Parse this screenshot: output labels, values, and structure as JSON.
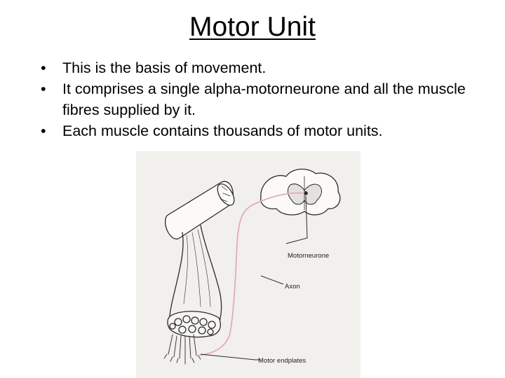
{
  "slide": {
    "title": "Motor Unit",
    "bullets": [
      {
        "marker": "•",
        "text": "This is the basis of movement."
      },
      {
        "marker": "•",
        "text": "It comprises a single alpha-motorneurone and all the muscle fibres supplied by it."
      },
      {
        "marker": "•",
        "text": "Each muscle contains thousands of motor units."
      }
    ]
  },
  "figure": {
    "labels": {
      "motorneurone": "Motorneurone",
      "axon": "Axon",
      "endplates": "Motor endplates"
    },
    "colors": {
      "axon": "#e6a9c2",
      "line": "#2a2a2a"
    }
  }
}
